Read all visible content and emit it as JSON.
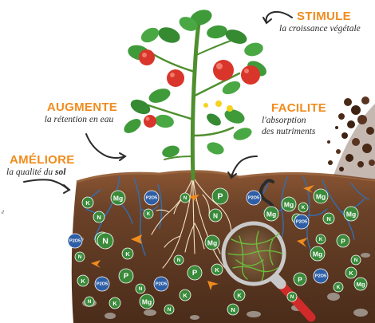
{
  "callouts": {
    "stimule": {
      "title": "STIMULE",
      "subtitle": "la croissance végétale"
    },
    "augmente": {
      "title": "AUGMENTE",
      "subtitle": "la rétention en eau"
    },
    "facilite": {
      "title": "FACILITE",
      "subtitle_line1": "l'absorption",
      "subtitle_line2": "des nutriments"
    },
    "ameliore": {
      "title": "AMÉLIORE",
      "subtitle_prefix": "la qualité du ",
      "subtitle_bold": "sol"
    }
  },
  "stray_mark": "é",
  "colors": {
    "heading_orange": "#f08c1e",
    "soil": "#6b4228",
    "leaf_green": "#3f9a3a",
    "tomato_red": "#d9352a",
    "root_blue": "#2f6fb5",
    "nutrient_green": "#3a8a3a",
    "nutrient_blue": "#2e5fa6",
    "magnifier_red": "#d02a2a"
  },
  "nutrient_labels": {
    "mg": "Mg",
    "n": "N",
    "k": "K",
    "p": "P",
    "p2o5": "P2O5"
  }
}
